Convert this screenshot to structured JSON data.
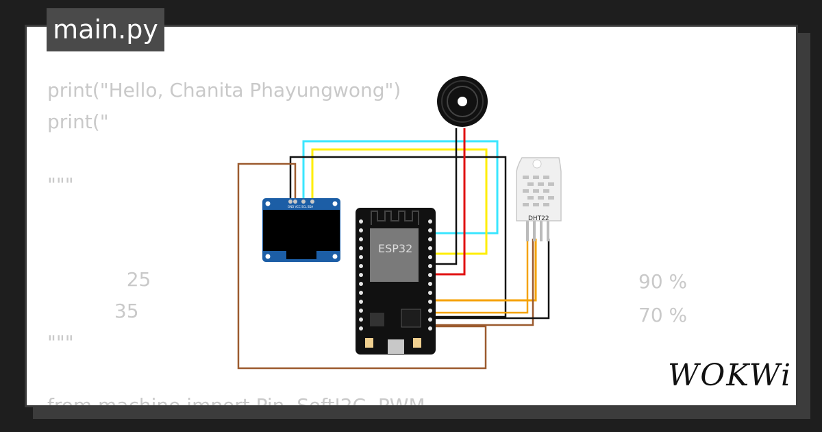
{
  "tab": {
    "filename": "main.py"
  },
  "code_lines": [
    "print(\"Hello, Chanita Phayungwong\")",
    "print(\"",
    "",
    "\"\"\"",
    "                                        5",
    "                                         0 %",
    "             25",
    "           35",
    "\"\"\"",
    "",
    "from machine import Pin, SoftI2C, PWM"
  ],
  "right_values": [
    "90 %",
    "70 %"
  ],
  "components": {
    "oled_pins": "GND VCC SCL SDA",
    "mcu_label": "ESP32",
    "sensor_label": "DHT22"
  },
  "brand": "WOKWi",
  "colors": {
    "cyan": "#3ae6ff",
    "yellow": "#ffee00",
    "brown": "#9b5a2e",
    "red": "#e01010",
    "orange": "#f5a200",
    "black": "#111111"
  }
}
